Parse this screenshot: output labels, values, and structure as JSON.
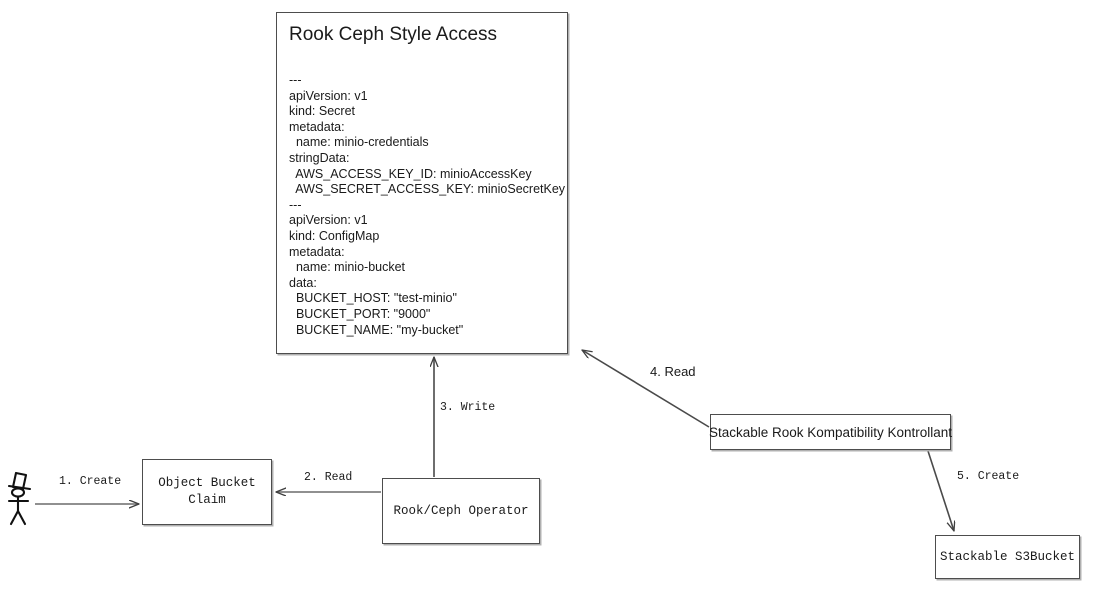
{
  "diagram": {
    "title": "Rook Ceph Style Access",
    "nodes": {
      "spec": {
        "name": "rook-ceph-style-access-spec",
        "title": "Rook Ceph Style Access",
        "body": "---\napiVersion: v1\nkind: Secret\nmetadata:\n  name: minio-credentials\nstringData:\n  AWS_ACCESS_KEY_ID: minioAccessKey\n  AWS_SECRET_ACCESS_KEY: minioSecretKey\n---\napiVersion: v1\nkind: ConfigMap\nmetadata:\n  name: minio-bucket\ndata:\n  BUCKET_HOST: \"test-minio\"\n  BUCKET_PORT: \"9000\"\n  BUCKET_NAME: \"my-bucket\""
      },
      "object_bucket_claim": {
        "label": "Object Bucket\nClaim"
      },
      "operator": {
        "label": "Rook/Ceph Operator"
      },
      "kontrollant": {
        "label": "Stackable Rook Kompatibility Kontrollant"
      },
      "s3bucket": {
        "label": "Stackable S3Bucket"
      },
      "actor": {
        "label": "user-actor-stick-figure"
      }
    },
    "edges": [
      {
        "id": 1,
        "label": "1. Create",
        "from": "actor",
        "to": "object_bucket_claim"
      },
      {
        "id": 2,
        "label": "2. Read",
        "from": "operator",
        "to": "object_bucket_claim"
      },
      {
        "id": 3,
        "label": "3. Write",
        "from": "operator",
        "to": "spec"
      },
      {
        "id": 4,
        "label": "4. Read",
        "from": "kontrollant",
        "to": "spec"
      },
      {
        "id": 5,
        "label": "5. Create",
        "from": "kontrollant",
        "to": "s3bucket"
      }
    ],
    "colors": {
      "background": "#ffffff",
      "stroke": "#4d4d4d",
      "text": "#1a1a1a",
      "shadow": "#b0b0b0"
    }
  }
}
